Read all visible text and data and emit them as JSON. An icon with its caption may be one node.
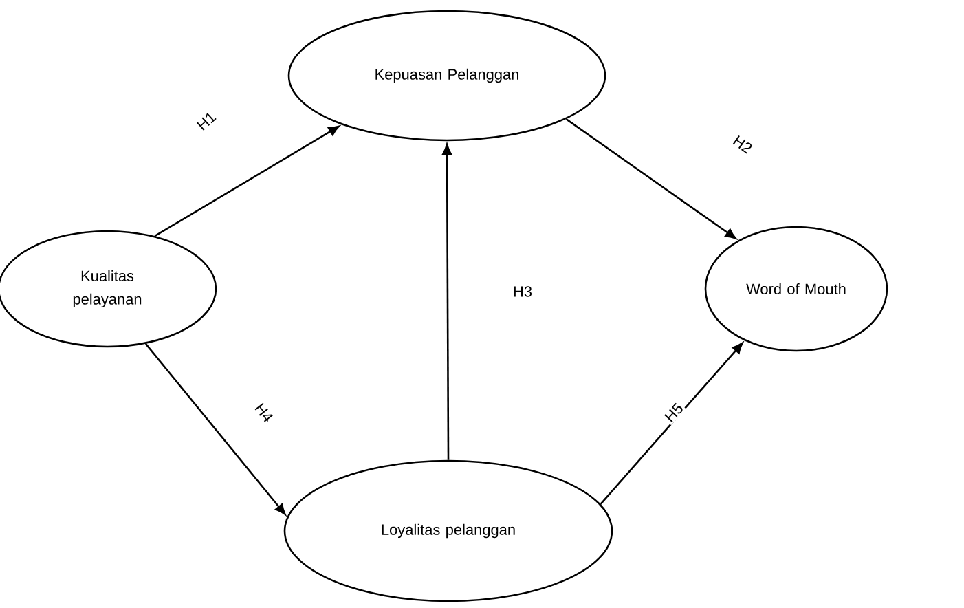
{
  "diagram": {
    "nodes": [
      {
        "text": [
          "Kualitas pelayanan"
        ]
      },
      {
        "text": [
          "Kepuasan Pelanggan"
        ]
      },
      {
        "text": [
          "Word of Mouth"
        ]
      },
      {
        "text": [
          "Loyalitas pelanggan"
        ]
      }
    ],
    "edges": [
      {
        "from": 0,
        "to": 1,
        "arrow": "to",
        "label": "H1"
      },
      {
        "from": 1,
        "to": 2,
        "arrow": "to",
        "label": "H2"
      },
      {
        "from": 3,
        "to": 1,
        "arrow": "to",
        "label": "H3"
      },
      {
        "from": 0,
        "to": 3,
        "arrow": "to",
        "label": "H4"
      },
      {
        "from": 3,
        "to": 2,
        "arrow": "to",
        "label": "H5"
      }
    ]
  }
}
